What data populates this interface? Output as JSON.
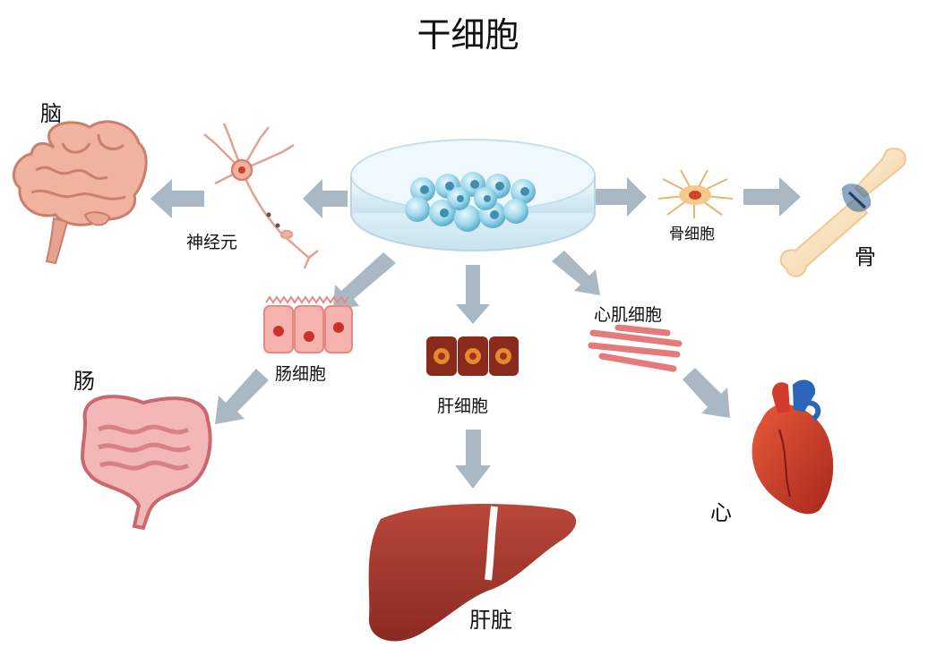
{
  "title": "干细胞",
  "organs": {
    "brain": "脑",
    "bone": "骨",
    "intestine": "肠",
    "liver": "肝脏",
    "heart": "心"
  },
  "cells": {
    "neuron": "神经元",
    "osteocyte": "骨细胞",
    "intestinal_cell": "肠细胞",
    "hepatocyte": "肝细胞",
    "cardiomyocyte": "心肌细胞"
  },
  "colors": {
    "arrow": "#a9b8c2",
    "brain": "#efb3a0",
    "bone": "#f8e0bc",
    "liver": "#a0372c",
    "heart": "#c73a2a",
    "intestine": "#e6979a",
    "dish": "#dceef7",
    "stem_cell": "#8fd0e6"
  }
}
